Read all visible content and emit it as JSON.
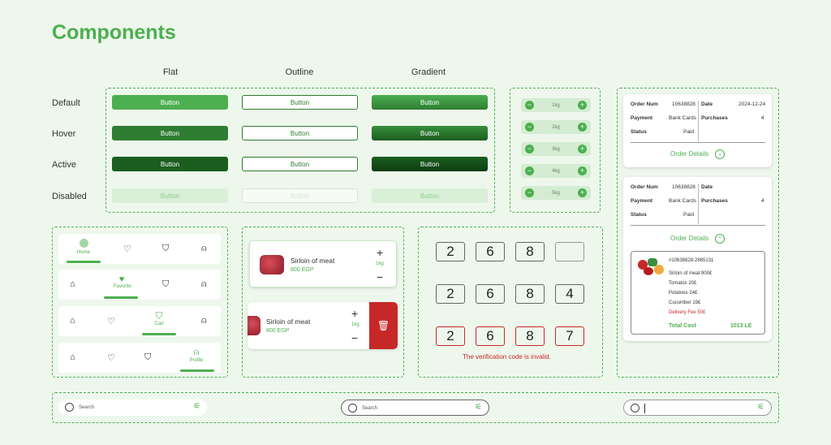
{
  "title": "Components",
  "columns": [
    "Flat",
    "Outline",
    "Gradient"
  ],
  "rows": [
    "Default",
    "Hover",
    "Active",
    "Disabled"
  ],
  "button_label": "Button",
  "steppers": [
    "1kg",
    "2kg",
    "3kg",
    "4kg",
    "5kg"
  ],
  "order": {
    "num_label": "Order Num",
    "num_value": "10638828",
    "date_label": "Date",
    "date_value": "2024-12-24",
    "payment_label": "Payment",
    "payment_value": "Bank Cards",
    "purchases_label": "Purchases",
    "purchases_value": "4",
    "status_label": "Status",
    "status_value": "Paid",
    "details_label": "Order Details",
    "receipt_id": "#10638828-2865131",
    "items": [
      "Sirloin of meat 900£",
      "Tomatos 20£",
      "Potatoes 24£",
      "Cucumber 19£"
    ],
    "delivery": "Delivery Fee 50£",
    "total_label": "Total Cost",
    "total_value": "1013 LE"
  },
  "nav": {
    "home": "Home",
    "favorite": "Favorite",
    "cart": "Cart",
    "profile": "Profile"
  },
  "product": {
    "name": "Sirloin of meat",
    "price": "800 EGP",
    "qty": "1kg"
  },
  "verify": {
    "row1": [
      "2",
      "6",
      "8",
      ""
    ],
    "row2": [
      "2",
      "6",
      "8",
      "4"
    ],
    "row3": [
      "2",
      "6",
      "8",
      "7"
    ],
    "error": "The verification code is invalid."
  },
  "search": {
    "placeholder": "Search"
  }
}
